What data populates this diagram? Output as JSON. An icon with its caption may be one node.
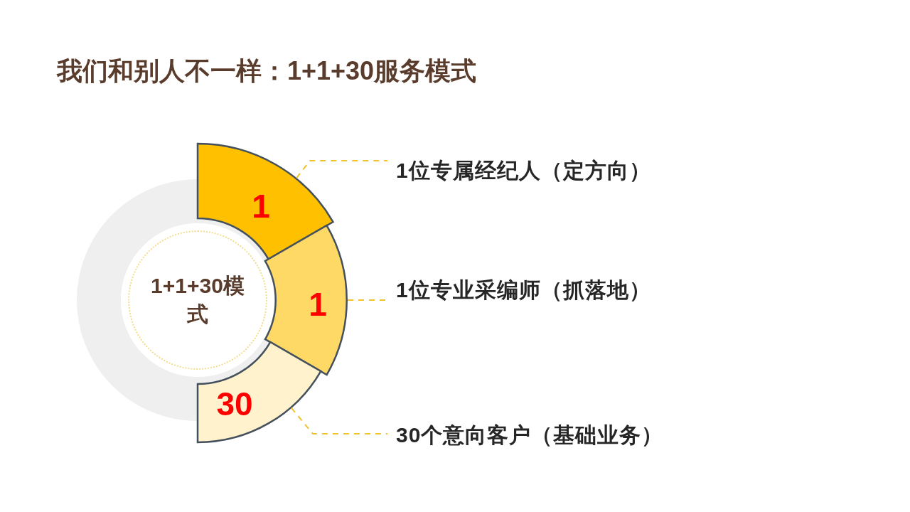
{
  "diagram": {
    "title": "我们和别人不一样：1+1+30服务模式",
    "nodes": [
      {
        "text": [
          "1+1+30模式"
        ]
      },
      {
        "text": [
          "1"
        ]
      },
      {
        "text": [
          "1"
        ]
      },
      {
        "text": [
          "30"
        ]
      },
      {
        "text": [
          "1位专属经纪人（定方向）"
        ]
      },
      {
        "text": [
          "1位专业采编师（抓落地）"
        ]
      },
      {
        "text": [
          "30个意向客户（基础业务）"
        ]
      }
    ],
    "edges": [
      {
        "from": 1,
        "to": 4,
        "arrow": "none",
        "style": "dashed"
      },
      {
        "from": 2,
        "to": 5,
        "arrow": "none",
        "style": "dashed"
      },
      {
        "from": 3,
        "to": 6,
        "arrow": "none",
        "style": "dashed"
      }
    ]
  }
}
